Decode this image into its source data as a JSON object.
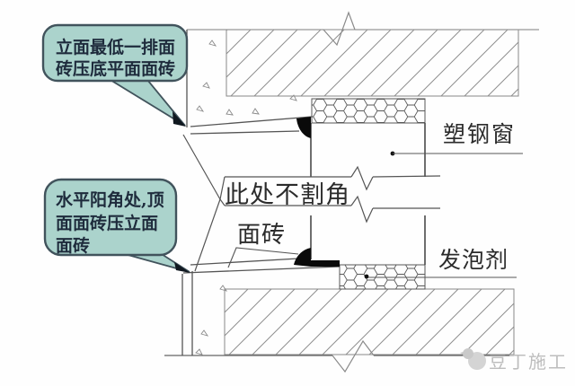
{
  "diagram": {
    "title_hint": "window-jamb tiling construction detail",
    "callout_top": {
      "lines": [
        "立面最低一排面",
        "砖压底平面面砖"
      ]
    },
    "callout_bottom": {
      "lines": [
        "水平阳角处,顶",
        "面面砖压立面",
        "面砖"
      ]
    },
    "labels": {
      "no_cut": "此处不割角",
      "tile": "面砖",
      "window": "塑钢窗",
      "foam": "发泡剂"
    },
    "watermark": {
      "text": "豆丁施工"
    },
    "colors": {
      "callout_fill": "#abd3cc",
      "callout_border": "#41535c",
      "callout_text": "#1e2b3c",
      "line_dark": "#4a4a4a",
      "line_mid": "#666666",
      "line_light": "#999999",
      "hatch": "#8f8f8f",
      "honeycomb": "#5a5a5a",
      "sealant": "#0a0a0a",
      "watermark": "#bdbdbd"
    }
  }
}
